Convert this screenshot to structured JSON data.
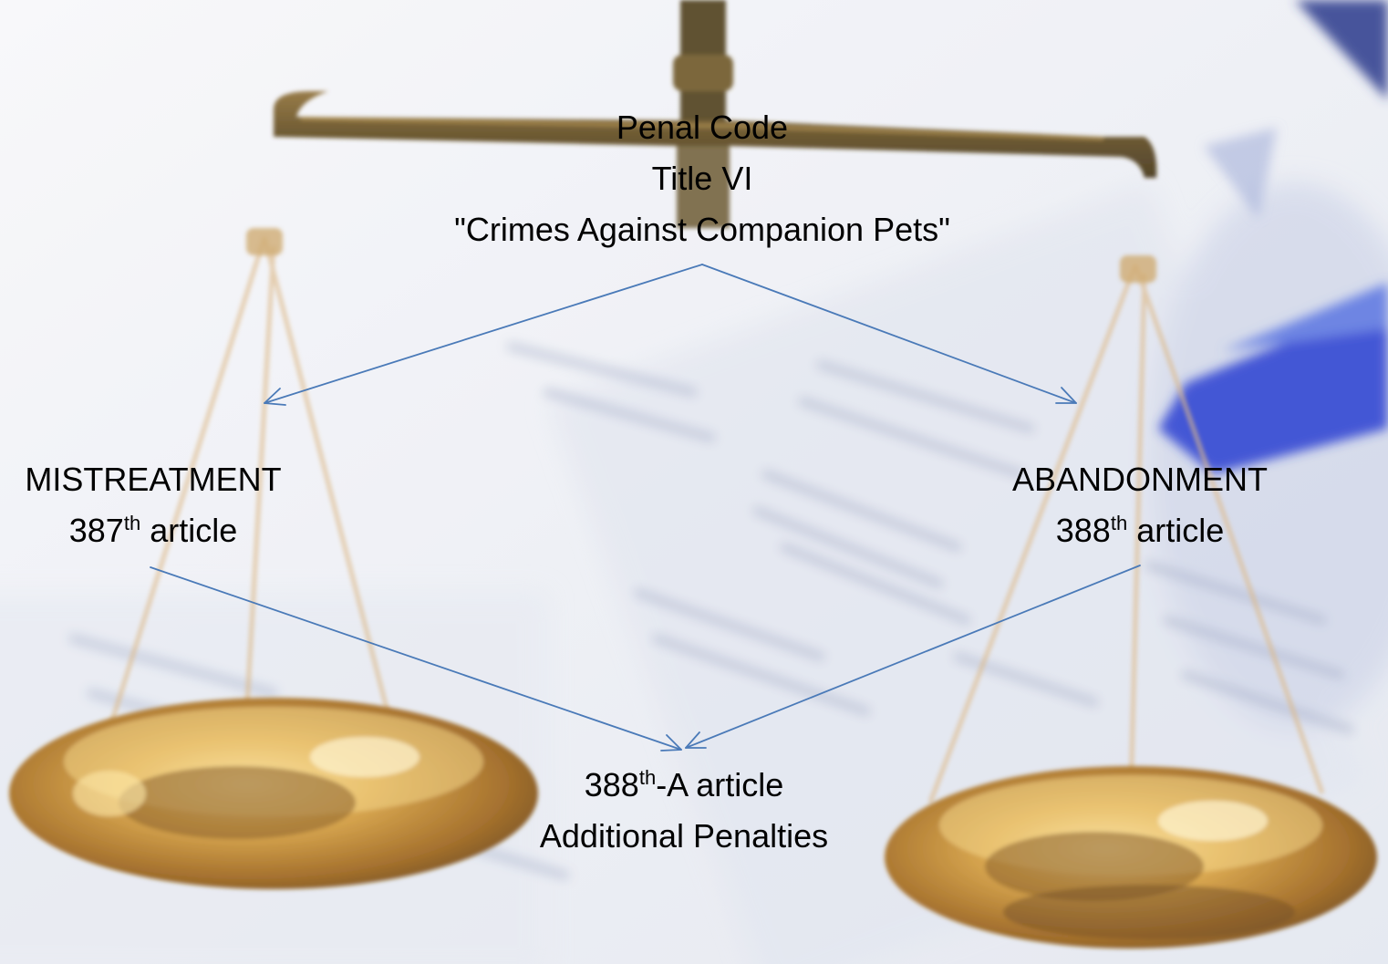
{
  "colors": {
    "arrow": "#4a7ab8",
    "text": "#000000",
    "gold": "#c9952e",
    "brass": "#6e5524",
    "paper": "#f1f2f6",
    "blue_accent": "#2b3fd0"
  },
  "background": {
    "icon": "scales-of-justice-over-legal-documents"
  },
  "nodes": {
    "top": {
      "line1": "Penal Code",
      "line2": "Title VI",
      "line3": "\"Crimes Against Companion Pets\""
    },
    "left": {
      "line1": "MISTREATMENT",
      "number": "387",
      "suffix": "th",
      "rest": " article"
    },
    "right": {
      "line1": "ABANDONMENT",
      "number": "388",
      "suffix": "th",
      "rest": " article"
    },
    "bottom": {
      "number": "388",
      "suffix": "th",
      "rest": "-A article",
      "line2": "Additional Penalties"
    }
  }
}
